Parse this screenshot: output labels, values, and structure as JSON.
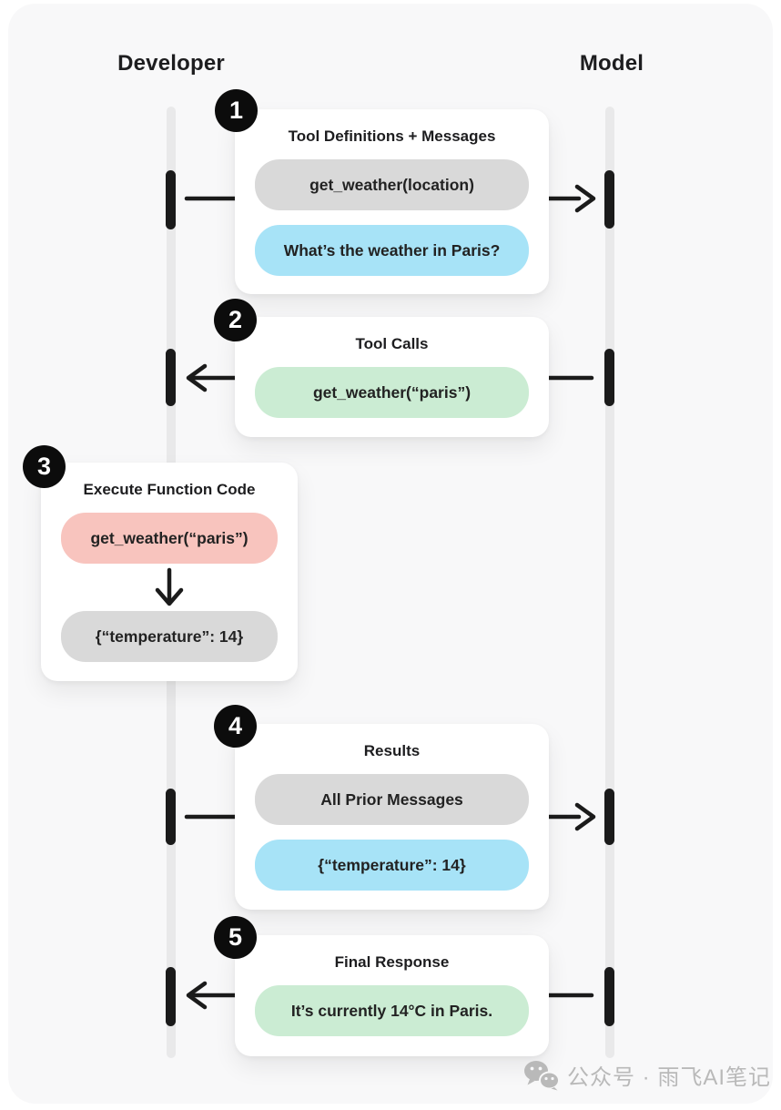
{
  "header": {
    "developer_label": "Developer",
    "model_label": "Model"
  },
  "colors": {
    "panel_bg": "#f8f8f9",
    "lifeline": "#e9e9ea",
    "line": "#1b1b1b",
    "badge_bg": "#0c0c0c",
    "badge_text": "#ffffff",
    "text": "#1d1d1f",
    "watermark": "#b9b9b9",
    "gray_pill": "#d9d9d9",
    "blue_pill": "#a7e3f7",
    "green_pill": "#cbecd3",
    "pink_pill": "#f8c4be"
  },
  "steps": [
    {
      "number": "1",
      "title": "Tool Definitions + Messages",
      "direction": "developer-to-model",
      "pills": [
        {
          "text": "get_weather(location)",
          "color": "gray"
        },
        {
          "text": "What’s the weather in Paris?",
          "color": "blue"
        }
      ]
    },
    {
      "number": "2",
      "title": "Tool Calls",
      "direction": "model-to-developer",
      "pills": [
        {
          "text": "get_weather(“paris”)",
          "color": "green"
        }
      ]
    },
    {
      "number": "3",
      "title": "Execute Function Code",
      "direction": "internal",
      "pills": [
        {
          "text": "get_weather(“paris”)",
          "color": "pink"
        },
        {
          "text": "{“temperature”: 14}",
          "color": "gray"
        }
      ]
    },
    {
      "number": "4",
      "title": "Results",
      "direction": "developer-to-model",
      "pills": [
        {
          "text": "All Prior Messages",
          "color": "gray"
        },
        {
          "text": "{“temperature”: 14}",
          "color": "blue"
        }
      ]
    },
    {
      "number": "5",
      "title": "Final Response",
      "direction": "model-to-developer",
      "pills": [
        {
          "text": "It’s currently 14°C in Paris.",
          "color": "green"
        }
      ]
    }
  ],
  "watermark": {
    "icon": "wechat-icon",
    "text": "公众号 · 雨飞AI笔记"
  }
}
